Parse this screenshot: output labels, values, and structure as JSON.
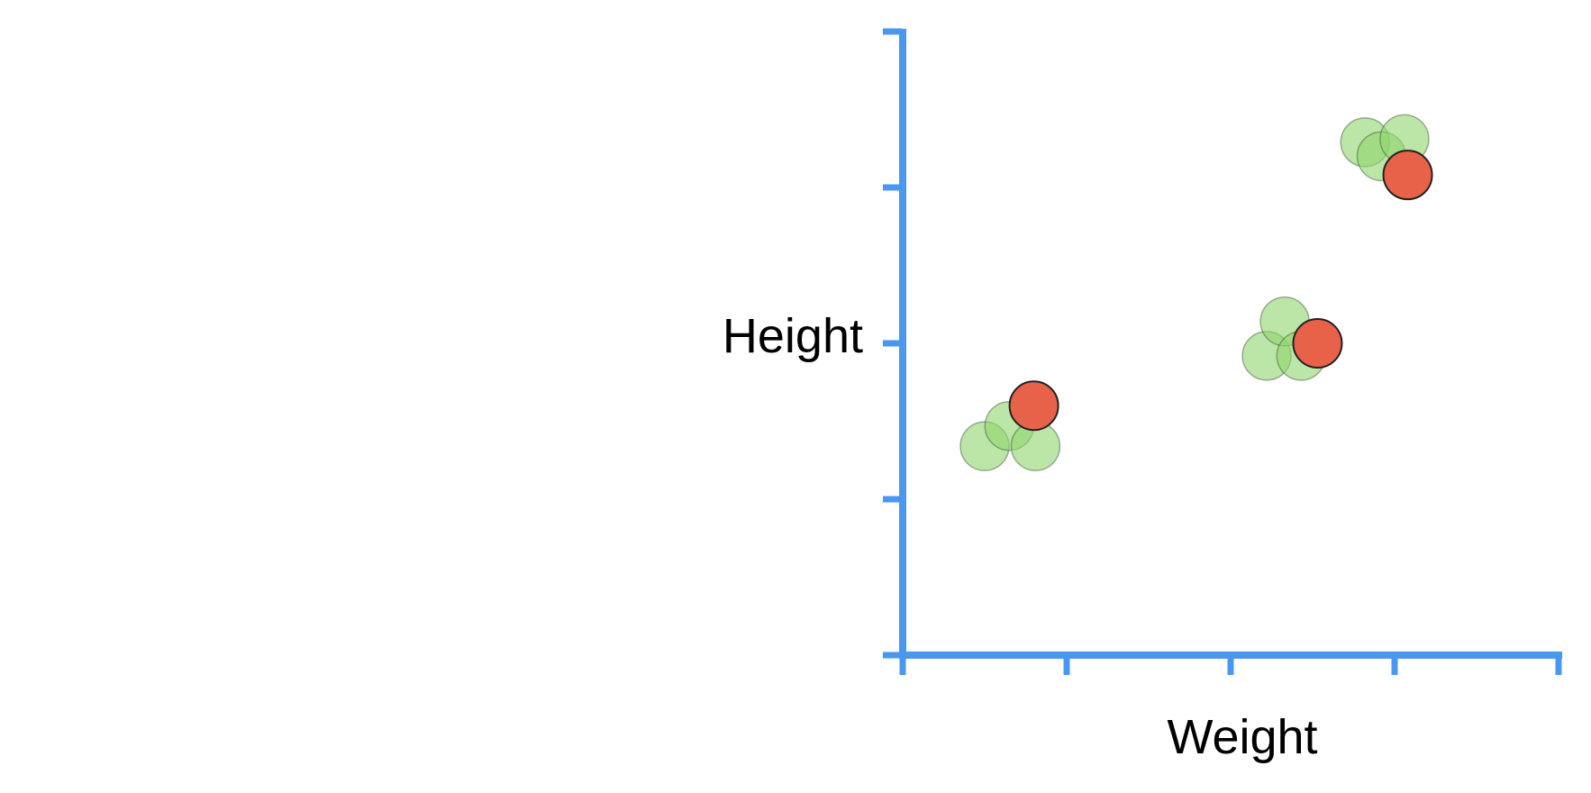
{
  "chart_data": {
    "type": "scatter",
    "title": "",
    "xlabel": "Weight",
    "ylabel": "Height",
    "xlim": [
      0,
      4
    ],
    "ylim": [
      0,
      4
    ],
    "x_ticks": [
      0,
      1,
      2,
      3,
      4
    ],
    "y_ticks": [
      0,
      1,
      2,
      3,
      4
    ],
    "tick_labels_shown": false,
    "grid": false,
    "legend": "none",
    "axis_color": "#4a97ef",
    "series": [
      {
        "color": "#8fd66e",
        "opacity": 0.6,
        "x": [
          0.5,
          0.65,
          0.81,
          2.22,
          2.33,
          2.43,
          2.82,
          2.92,
          3.06
        ],
        "y": [
          1.34,
          1.47,
          1.34,
          1.92,
          2.14,
          1.92,
          3.29,
          3.2,
          3.31
        ]
      },
      {
        "color": "#e8624a",
        "opacity": 1.0,
        "x": [
          0.8,
          2.53,
          3.08
        ],
        "y": [
          1.6,
          2.0,
          3.08
        ]
      }
    ]
  }
}
